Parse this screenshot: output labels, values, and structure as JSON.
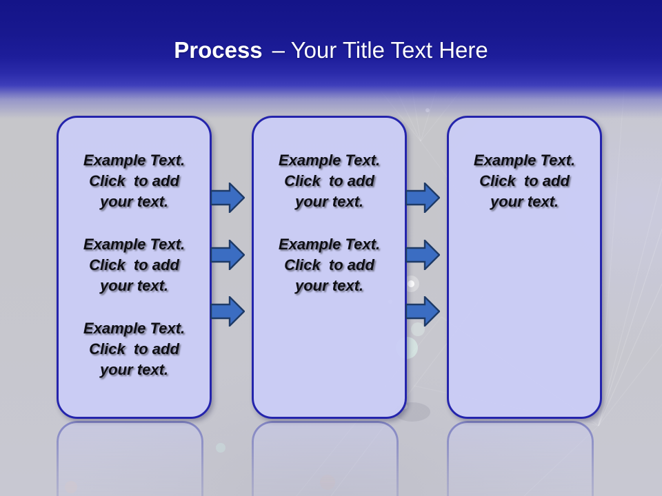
{
  "slide_title": {
    "emphasis": "Process",
    "rest": "– Your Title Text Here"
  },
  "boxes": [
    {
      "paragraphs": [
        "Example Text.\nClick  to add\nyour text.",
        "Example Text.\nClick  to add\nyour text.",
        "Example Text.\nClick  to add\nyour text."
      ]
    },
    {
      "paragraphs": [
        "Example Text.\nClick  to add\nyour text.",
        "Example Text.\nClick  to add\nyour text."
      ]
    },
    {
      "paragraphs": [
        "Example Text.\nClick  to add\nyour text."
      ]
    }
  ],
  "icons": {
    "arrow": "block-arrow-right"
  },
  "colors": {
    "header_top": "#141488",
    "header_mid": "#2b2baa",
    "background": "#c6c6cb",
    "box_fill": "#c9cbf4",
    "box_border": "#2424ac",
    "arrow_fill": "#3b6dc2",
    "arrow_border": "#1e3a66",
    "title_text": "#ffffff",
    "body_text": "#0e0e14"
  }
}
